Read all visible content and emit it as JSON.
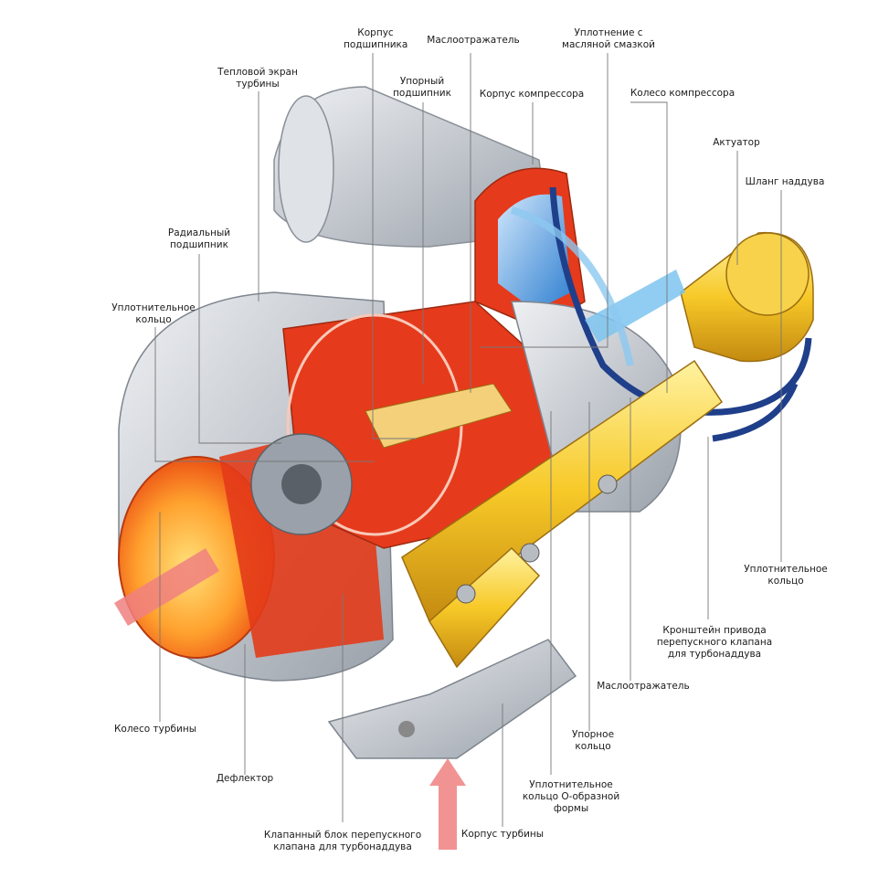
{
  "labels": {
    "korpus_podshipnika": "Корпус\nподшипника",
    "masloot_top": "Маслоотражатель",
    "uplotnenie_smazka": "Уплотнение с\nмасляной смазкой",
    "teplovoy_ekran": "Тепловой экран\nтурбины",
    "uporny_podshipnik": "Упорный\nподшипник",
    "korpus_kompressora": "Корпус компрессора",
    "koleso_kompressora": "Колесо компрессора",
    "aktuator": "Актуатор",
    "shlang_nadduva": "Шланг наддува",
    "radialny_podshipnik": "Радиальный\nподшипник",
    "uplot_kolco_left": "Уплотнительное\nкольцо",
    "uplot_kolco_right": "Уплотнительное\nкольцо",
    "kronshtein": "Кронштейн привода\nперепускного клапана\nдля турбонаддува",
    "masloot_bottom": "Маслоотражатель",
    "koleso_turbiny": "Колесо турбины",
    "upornoe_kolco": "Упорное\nкольцо",
    "deflektor": "Дефлектор",
    "uplot_o": "Уплотнительное\nкольцо О-образной\nформы",
    "klapanny_blok": "Клапанный блок перепускного\nклапана для турбонаддува",
    "korpus_turbiny": "Корпус турбины"
  }
}
